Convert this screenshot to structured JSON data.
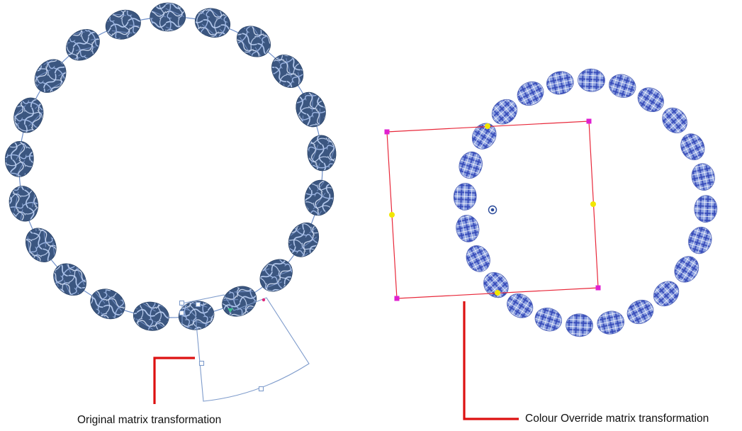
{
  "captions": {
    "original": "Original matrix transformation",
    "override": "Colour Override matrix transformation"
  },
  "colors": {
    "bead_dark": "#3b5680",
    "bead_light": "#9fb8e6",
    "plaid_base": "#8a9fe0",
    "plaid_stripe": "#3448b8",
    "path_line": "#6f8fc9",
    "bounding_box": "#e8283a",
    "corner_handle": "#e020d0",
    "side_handle": "#f2e600",
    "callout_line": "#dd1111",
    "pivot": "#2a4a9a"
  },
  "left_ring": {
    "bead_count": 21,
    "bead_style": "marble"
  },
  "right_ring": {
    "bead_count": 24,
    "bead_style": "plaid"
  }
}
